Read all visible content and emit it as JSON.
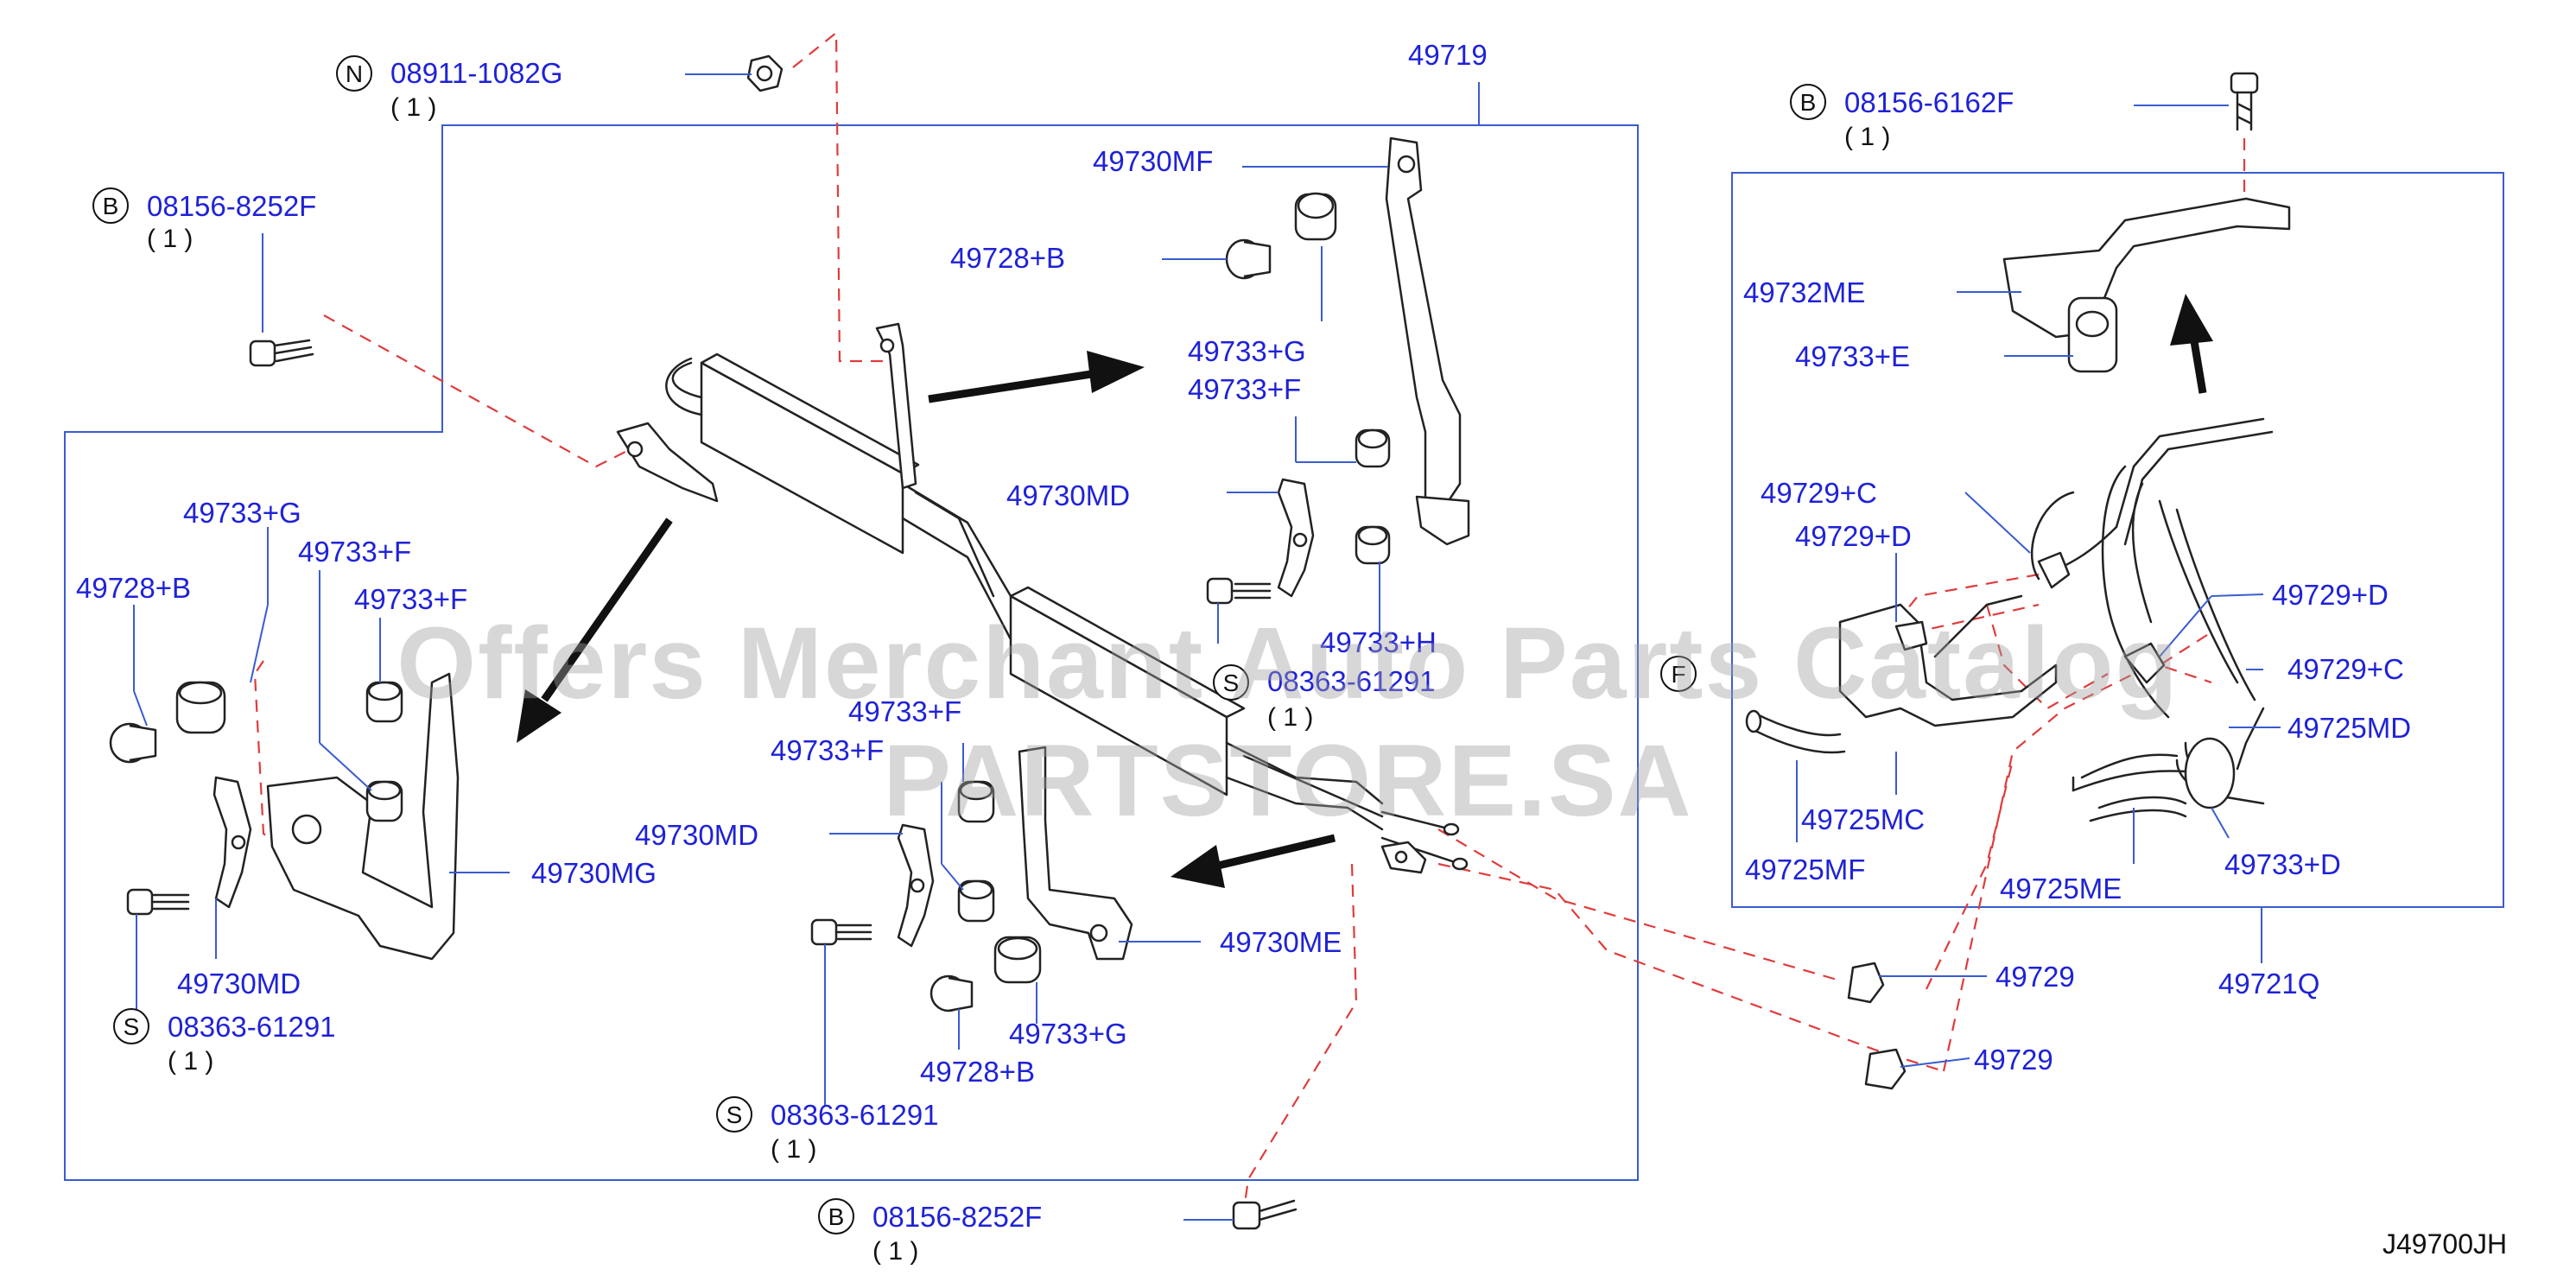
{
  "diagram_code": "J49700JH",
  "watermark": "Offers Merchant Auto Parts Catalog PARTSTORE.SA",
  "assemblies": {
    "cooler": "49719",
    "hose_assembly": "49721Q"
  },
  "callouts": [
    {
      "letter": "N",
      "part_no": "08911-1082G",
      "qty": "( 1 )"
    },
    {
      "letter": "B",
      "part_no": "08156-8252F",
      "qty": "( 1 )"
    },
    {
      "letter": "B",
      "part_no": "08156-6162F",
      "qty": "( 1 )"
    },
    {
      "letter": "S",
      "part_no": "08363-61291",
      "qty": "( 1 )"
    },
    {
      "letter": "S",
      "part_no": "08363-61291",
      "qty": "( 1 )"
    },
    {
      "letter": "B",
      "part_no": "08156-8252F",
      "qty": "( 1 )"
    },
    {
      "letter": "S",
      "part_no": "08363-61291",
      "qty": "( 1 )"
    }
  ],
  "labels": [
    "49730MF",
    "49728+B",
    "49733+G",
    "49733+F",
    "49730MD",
    "49733+G",
    "49733+F",
    "49733+F",
    "49728+B",
    "49730MG",
    "49730MD",
    "49733+F",
    "49733+F",
    "49730MD",
    "49730ME",
    "49733+G",
    "49728+B",
    "49732ME",
    "49733+E",
    "49729+C",
    "49729+D",
    "49729+D",
    "49729+C",
    "49725MD",
    "49725MC",
    "49725MF",
    "49725ME",
    "49733+D",
    "49729",
    "49729",
    "49733+H"
  ],
  "ref_letter": "F"
}
